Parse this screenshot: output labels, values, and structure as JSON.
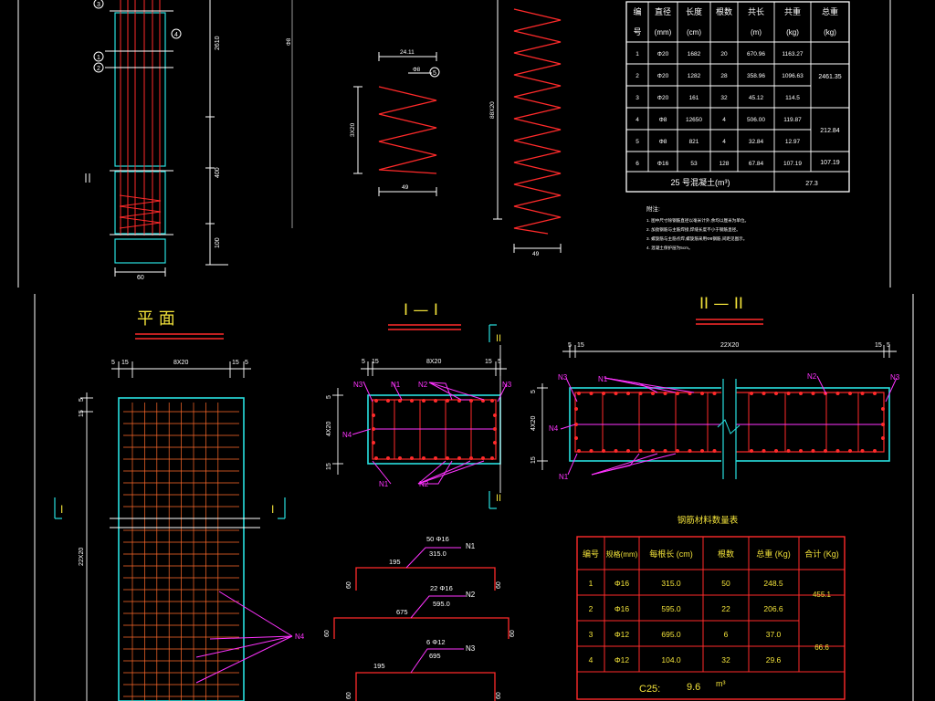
{
  "colors": {
    "background": "#000000",
    "frame": "#ffffff",
    "rebar": "#ff2a2a",
    "concrete": "#28e0e0",
    "dimension": "#ffffff",
    "leader": "#ff33ff",
    "title": "#f2e23a",
    "table_grid": "#ff2a2a",
    "hatching": "#ff6a2a"
  },
  "top_table": {
    "headers": [
      [
        "编",
        "号"
      ],
      [
        "直径",
        "(mm)"
      ],
      [
        "长度",
        "(cm)"
      ],
      [
        "根数",
        ""
      ],
      [
        "共长",
        "(m)"
      ],
      [
        "共重",
        "(kg)"
      ],
      [
        "总重",
        "(kg)"
      ]
    ],
    "rows": [
      {
        "no": "1",
        "dia": "Φ20",
        "len": "1682",
        "cnt": "20",
        "total_len": "670.96",
        "weight": "1163.27"
      },
      {
        "no": "2",
        "dia": "Φ20",
        "len": "1282",
        "cnt": "28",
        "total_len": "358.96",
        "weight": "1096.63"
      },
      {
        "no": "3",
        "dia": "Φ20",
        "len": "161",
        "cnt": "32",
        "total_len": "45.12",
        "weight": "114.5"
      },
      {
        "no": "4",
        "dia": "Φ8",
        "len": "12650",
        "cnt": "4",
        "total_len": "506.00",
        "weight": "119.87"
      },
      {
        "no": "5",
        "dia": "Φ8",
        "len": "821",
        "cnt": "4",
        "total_len": "32.84",
        "weight": "12.97"
      },
      {
        "no": "6",
        "dia": "Φ16",
        "len": "53",
        "cnt": "128",
        "total_len": "67.84",
        "weight": "107.19"
      }
    ],
    "group_totals": [
      "2461.35",
      "212.84",
      "107.19"
    ],
    "concrete_label": "25 号混凝土(m³)",
    "concrete_value": "27.3"
  },
  "notes": {
    "title": "附注:",
    "lines": [
      "1. 图中尺寸除钢筋直径以毫米计外,余均以厘米为单位。",
      "2. 加劲钢筋与主筋焊接,焊缝长度不小于钢筋直径。",
      "3. 螺旋筋与主筋点焊,螺旋筋采用Φ8钢筋,间距见图示。",
      "4. 混凝土保护层为5cm。"
    ]
  },
  "top_dims": {
    "spiral_top": "24.11",
    "spiral_height": "3X20",
    "spiral_bottom": "49",
    "spiral_note": "Φ8",
    "tall_height": "88X20",
    "tall_bottom": "49",
    "col_a": "2610",
    "col_b": "400",
    "col_c": "100",
    "col_w": "60",
    "n_label": "Φ8",
    "lbl_1": "1",
    "lbl_2": "2",
    "lbl_3": "3",
    "lbl_4": "4",
    "lbl_5": "5"
  },
  "plan": {
    "title": "平  面",
    "dim_left": "5",
    "dim_15": "15",
    "dim_mid": "8X20",
    "dim_r15": "15",
    "dim_r5": "5",
    "dim_side_top": "5",
    "dim_side_15": "15",
    "dim_side_long": "22X20",
    "cut_label": "I",
    "n4": "N4"
  },
  "section1": {
    "title": "I — I",
    "marker": "II",
    "dim_5": "5",
    "dim_15": "15",
    "dim_mid": "8X20",
    "dim_r15": "15",
    "dim_r5": "5",
    "side_5": "5",
    "side_mid": "4X20",
    "side_15": "15",
    "n1": "N1",
    "n2": "N2",
    "n3": "N3",
    "n4": "N4"
  },
  "section2": {
    "title": "II — II",
    "dim_5": "5",
    "dim_15": "15",
    "dim_mid": "22X20",
    "dim_r15": "15",
    "dim_r5": "5",
    "side_5": "5",
    "side_mid": "4X20",
    "side_15": "15",
    "n1": "N1",
    "n2": "N2",
    "n3": "N3",
    "n4": "N4"
  },
  "bars": [
    {
      "spec": "50 Φ16",
      "length": "315.0",
      "hook": "195",
      "end": "60",
      "name": "N1"
    },
    {
      "spec": "22 Φ16",
      "length": "595.0",
      "hook": "675",
      "end": "60",
      "name": "N2"
    },
    {
      "spec": "6 Φ12",
      "length": "695",
      "hook": "195",
      "end": "60",
      "name": "N3"
    }
  ],
  "bottom_table": {
    "title": "钢筋材料数量表",
    "headers": [
      "编号",
      "规格(mm)",
      "每根长 (cm)",
      "根数",
      "总重 (Kg)",
      "合计 (Kg)"
    ],
    "rows": [
      {
        "no": "1",
        "spec": "Φ16",
        "len": "315.0",
        "cnt": "50",
        "weight": "248.5"
      },
      {
        "no": "2",
        "spec": "Φ16",
        "len": "595.0",
        "cnt": "22",
        "weight": "206.6"
      },
      {
        "no": "3",
        "spec": "Φ12",
        "len": "695.0",
        "cnt": "6",
        "weight": "37.0"
      },
      {
        "no": "4",
        "spec": "Φ12",
        "len": "104.0",
        "cnt": "32",
        "weight": "29.6"
      }
    ],
    "totals": [
      "455.1",
      "66.6"
    ],
    "concrete_label": "C25:",
    "concrete_value": "9.6",
    "concrete_unit": "m³"
  }
}
